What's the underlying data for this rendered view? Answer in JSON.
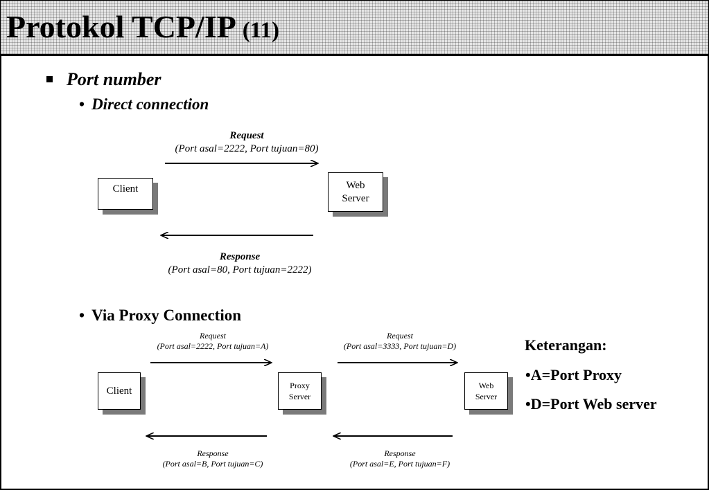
{
  "slide": {
    "title": "Protokol TCP/IP",
    "title_number": "(11)"
  },
  "content": {
    "bullet1": "Port number",
    "sub1": "Direct connection",
    "sub2": "Via Proxy Connection"
  },
  "direct": {
    "client_label": "Client",
    "server_label": "Web\nServer",
    "request_title": "Request",
    "request_detail": "(Port asal=2222, Port tujuan=80)",
    "response_title": "Response",
    "response_detail": "(Port asal=80, Port tujuan=2222)"
  },
  "proxy": {
    "client_label": "Client",
    "proxy_label": "Proxy\nServer",
    "server_label": "Web\nServer",
    "req1_title": "Request",
    "req1_detail": "(Port asal=2222, Port tujuan=A)",
    "req2_title": "Request",
    "req2_detail": "(Port asal=3333, Port tujuan=D)",
    "resp1_title": "Response",
    "resp1_detail": "(Port asal=B, Port tujuan=C)",
    "resp2_title": "Response",
    "resp2_detail": "(Port asal=E, Port tujuan=F)"
  },
  "legend": {
    "title": "Keterangan:",
    "items": [
      "A=Port Proxy",
      "D=Port Web server"
    ]
  }
}
